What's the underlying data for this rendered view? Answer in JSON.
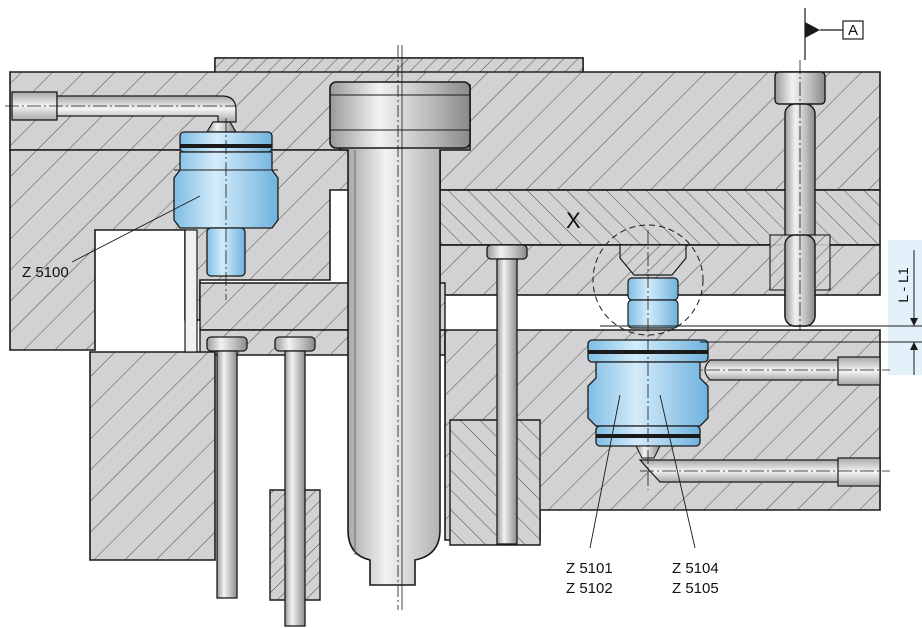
{
  "labels": {
    "datum": "A",
    "plate_x": "X",
    "z5100": "Z 5100",
    "z5101": "Z 5101",
    "z5102": "Z 5102",
    "z5104": "Z 5104",
    "z5105": "Z 5105",
    "dimension": "L - L1"
  },
  "colors": {
    "steel": "#d2d2d4",
    "hatch": "#4a4a4a",
    "outline": "#1a1a1a",
    "component_blue": "#a9d8f2",
    "component_blue_dark": "#5aa8d8",
    "dim_band": "#e3f1fa"
  }
}
